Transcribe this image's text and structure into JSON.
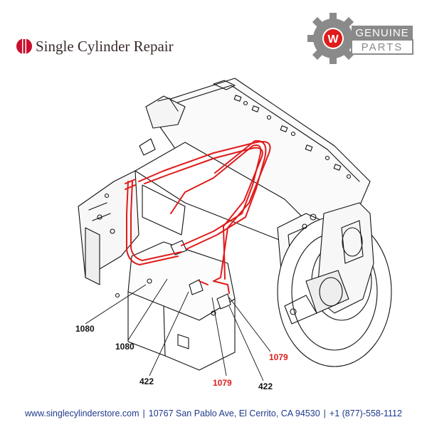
{
  "brand": {
    "name": "Single Cylinder Repair"
  },
  "badge": {
    "line1": "GENUINE",
    "line2": "PARTS",
    "letter": "W"
  },
  "callouts": {
    "c1080a": "1080",
    "c1080b": "1080",
    "c422a": "422",
    "c1079a": "1079",
    "c422b": "422",
    "c1079b": "1079"
  },
  "footer": {
    "website": "www.singlecylinderstore.com",
    "address": "10767 San Pablo Ave, El Cerrito, CA 94530",
    "phone": "+1 (877)-558-1112"
  },
  "colors": {
    "highlight": "#e01b1b",
    "brand_red": "#c8102e",
    "gear_gray": "#8a8a8a"
  }
}
